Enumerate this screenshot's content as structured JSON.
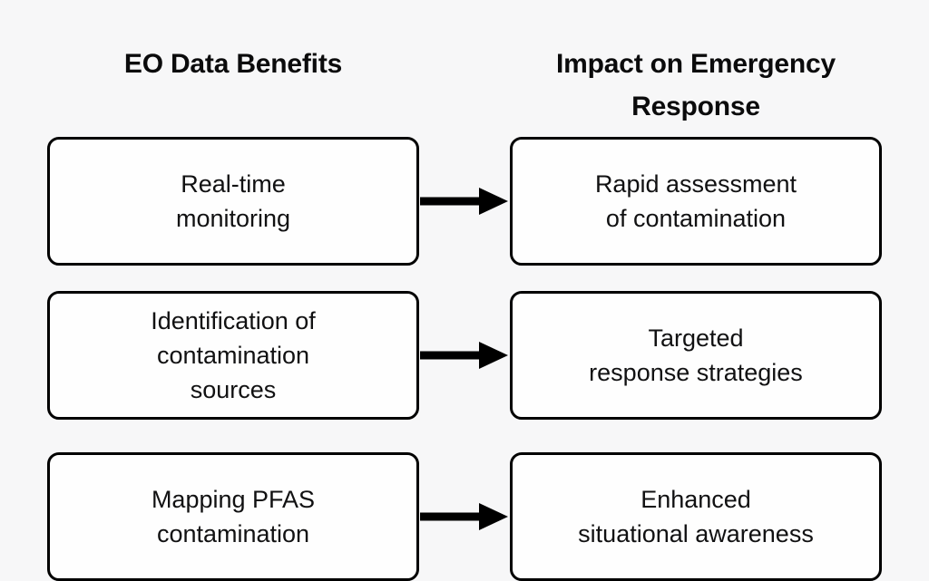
{
  "diagram": {
    "type": "two-column-flow",
    "background_color": "#f7f7f8",
    "box_fill_color": "#fefefe",
    "box_border_color": "#000000",
    "text_color": "#111112",
    "columns": [
      {
        "id": "benefits",
        "heading": "EO Data Benefits"
      },
      {
        "id": "impact",
        "heading": "Impact on Emergency Response"
      }
    ],
    "rows": [
      {
        "left": "Real-time\nmonitoring",
        "right": "Rapid assessment\nof contamination",
        "connector": "arrow-right-icon"
      },
      {
        "left": "Identification of\ncontamination\nsources",
        "right": "Targeted\nresponse strategies",
        "connector": "arrow-right-icon"
      },
      {
        "left": "Mapping PFAS\ncontamination",
        "right": "Enhanced\nsituational awareness",
        "connector": "arrow-right-icon"
      }
    ]
  }
}
